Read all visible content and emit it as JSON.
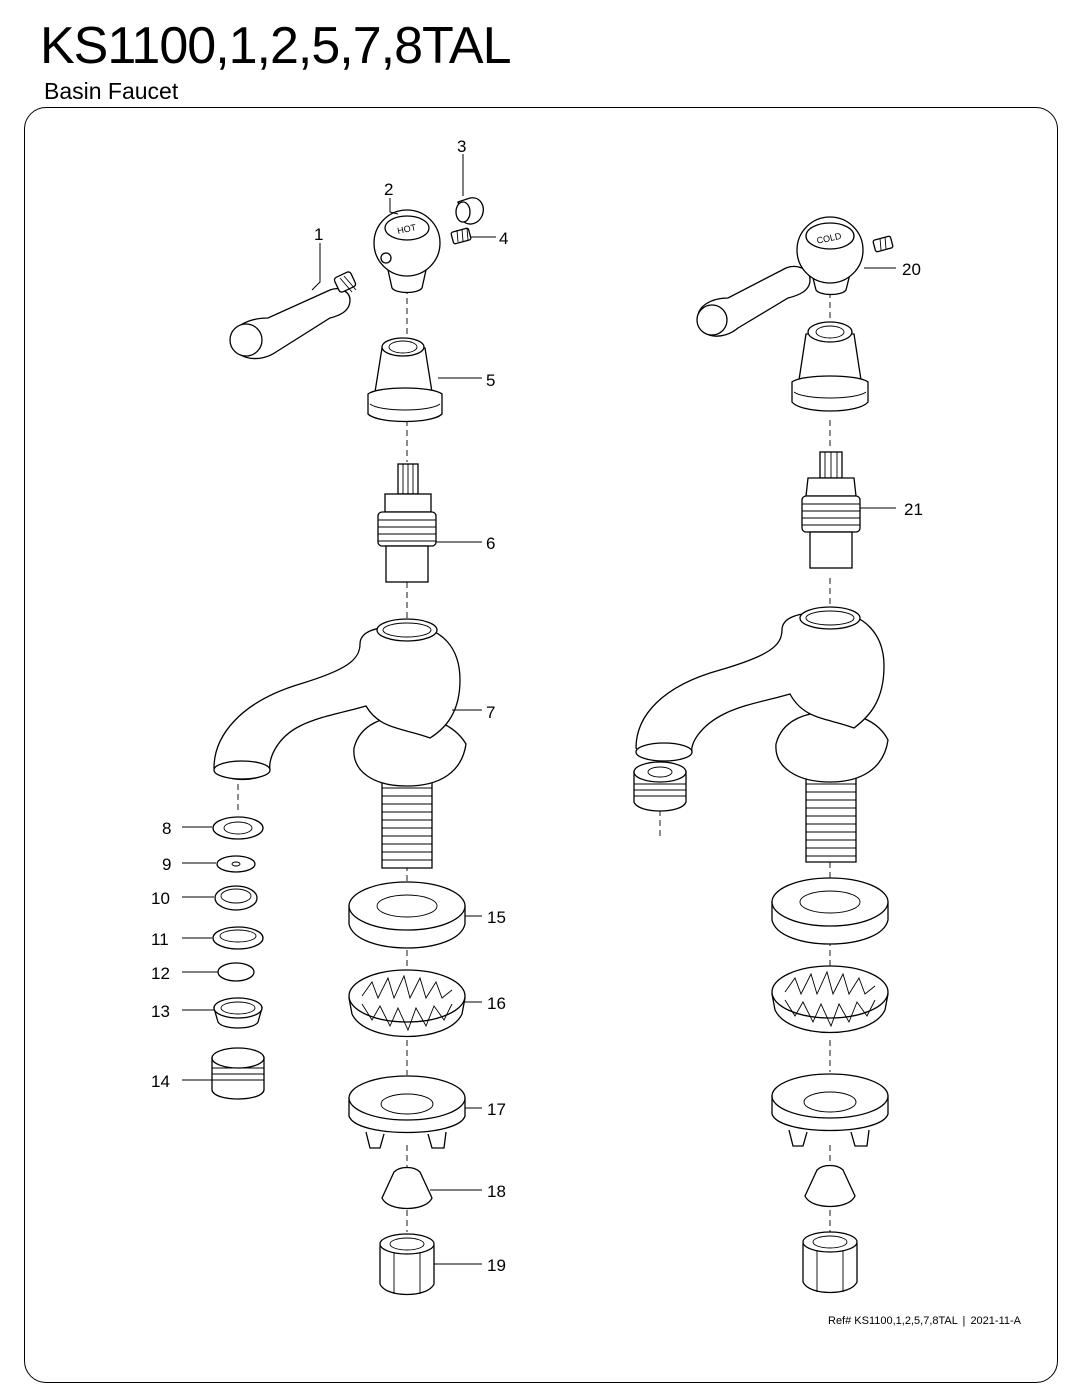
{
  "header": {
    "title": "KS1100,1,2,5,7,8TAL",
    "subtitle": "Basin Faucet"
  },
  "callouts": [
    {
      "id": "c1",
      "text": "1"
    },
    {
      "id": "c2",
      "text": "2"
    },
    {
      "id": "c3",
      "text": "3"
    },
    {
      "id": "c4",
      "text": "4"
    },
    {
      "id": "c5",
      "text": "5"
    },
    {
      "id": "c6",
      "text": "6"
    },
    {
      "id": "c7",
      "text": "7"
    },
    {
      "id": "c8",
      "text": "8"
    },
    {
      "id": "c9",
      "text": "9"
    },
    {
      "id": "c10",
      "text": "10"
    },
    {
      "id": "c11",
      "text": "11"
    },
    {
      "id": "c12",
      "text": "12"
    },
    {
      "id": "c13",
      "text": "13"
    },
    {
      "id": "c14",
      "text": "14"
    },
    {
      "id": "c15",
      "text": "15"
    },
    {
      "id": "c16",
      "text": "16"
    },
    {
      "id": "c17",
      "text": "17"
    },
    {
      "id": "c18",
      "text": "18"
    },
    {
      "id": "c19",
      "text": "19"
    },
    {
      "id": "c20",
      "text": "20"
    },
    {
      "id": "c21",
      "text": "21"
    }
  ],
  "handle_labels": {
    "hot": "HOT",
    "cold": "COLD"
  },
  "footer": {
    "ref": "Ref# KS1100,1,2,5,7,8TAL",
    "sep": "|",
    "date": "2021-11-A"
  }
}
